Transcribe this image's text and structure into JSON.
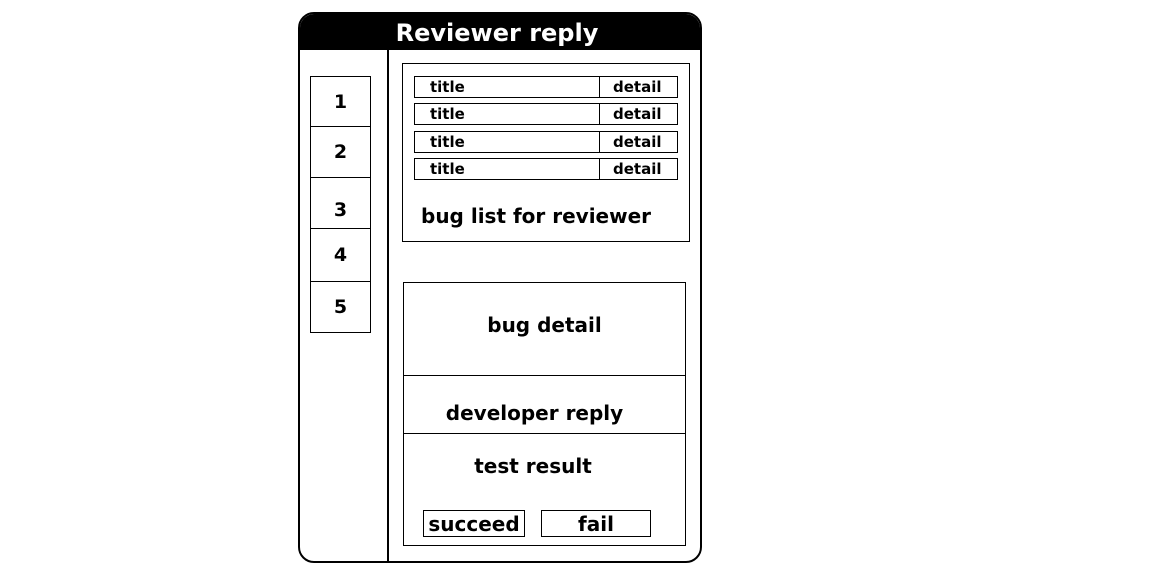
{
  "window": {
    "title": "Reviewer reply"
  },
  "sidebar": {
    "tabs": [
      {
        "label": "1"
      },
      {
        "label": "2"
      },
      {
        "label": "3"
      },
      {
        "label": "4"
      },
      {
        "label": "5"
      }
    ]
  },
  "bug_list": {
    "rows": [
      {
        "title": "title",
        "detail": "detail"
      },
      {
        "title": "title",
        "detail": "detail"
      },
      {
        "title": "title",
        "detail": "detail"
      },
      {
        "title": "title",
        "detail": "detail"
      }
    ],
    "label": "bug list for reviewer"
  },
  "detail_panel": {
    "bug_detail_label": "bug detail",
    "developer_reply_label": "developer reply",
    "test_result_label": "test result",
    "succeed_label": "succeed",
    "fail_label": "fail"
  }
}
